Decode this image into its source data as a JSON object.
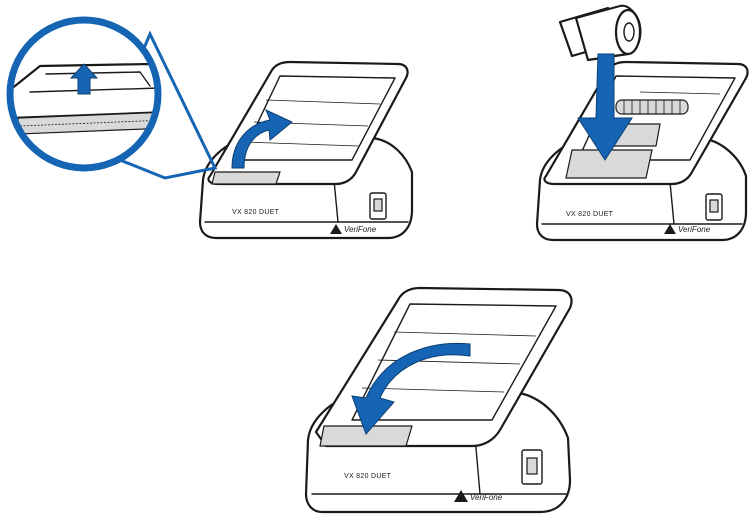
{
  "colors": {
    "arrow": "#1565b4",
    "magnifier_ring": "#1565b4",
    "line": "#1a1a1a",
    "background": "#ffffff"
  },
  "panels": [
    {
      "step": "open-printer-cover",
      "icons": [
        "magnifier-icon",
        "up-arrow-icon",
        "curved-arrow-up-icon"
      ],
      "device": {
        "model_label": "VX 820 DUET",
        "brand_label": "VeriFone"
      }
    },
    {
      "step": "insert-paper-roll",
      "icons": [
        "paper-roll-icon",
        "down-arrow-icon"
      ],
      "device": {
        "model_label": "VX 820 DUET",
        "brand_label": "VeriFone"
      }
    },
    {
      "step": "close-printer-cover",
      "icons": [
        "curved-arrow-down-icon"
      ],
      "device": {
        "model_label": "VX 820 DUET",
        "brand_label": "VeriFone"
      }
    }
  ]
}
